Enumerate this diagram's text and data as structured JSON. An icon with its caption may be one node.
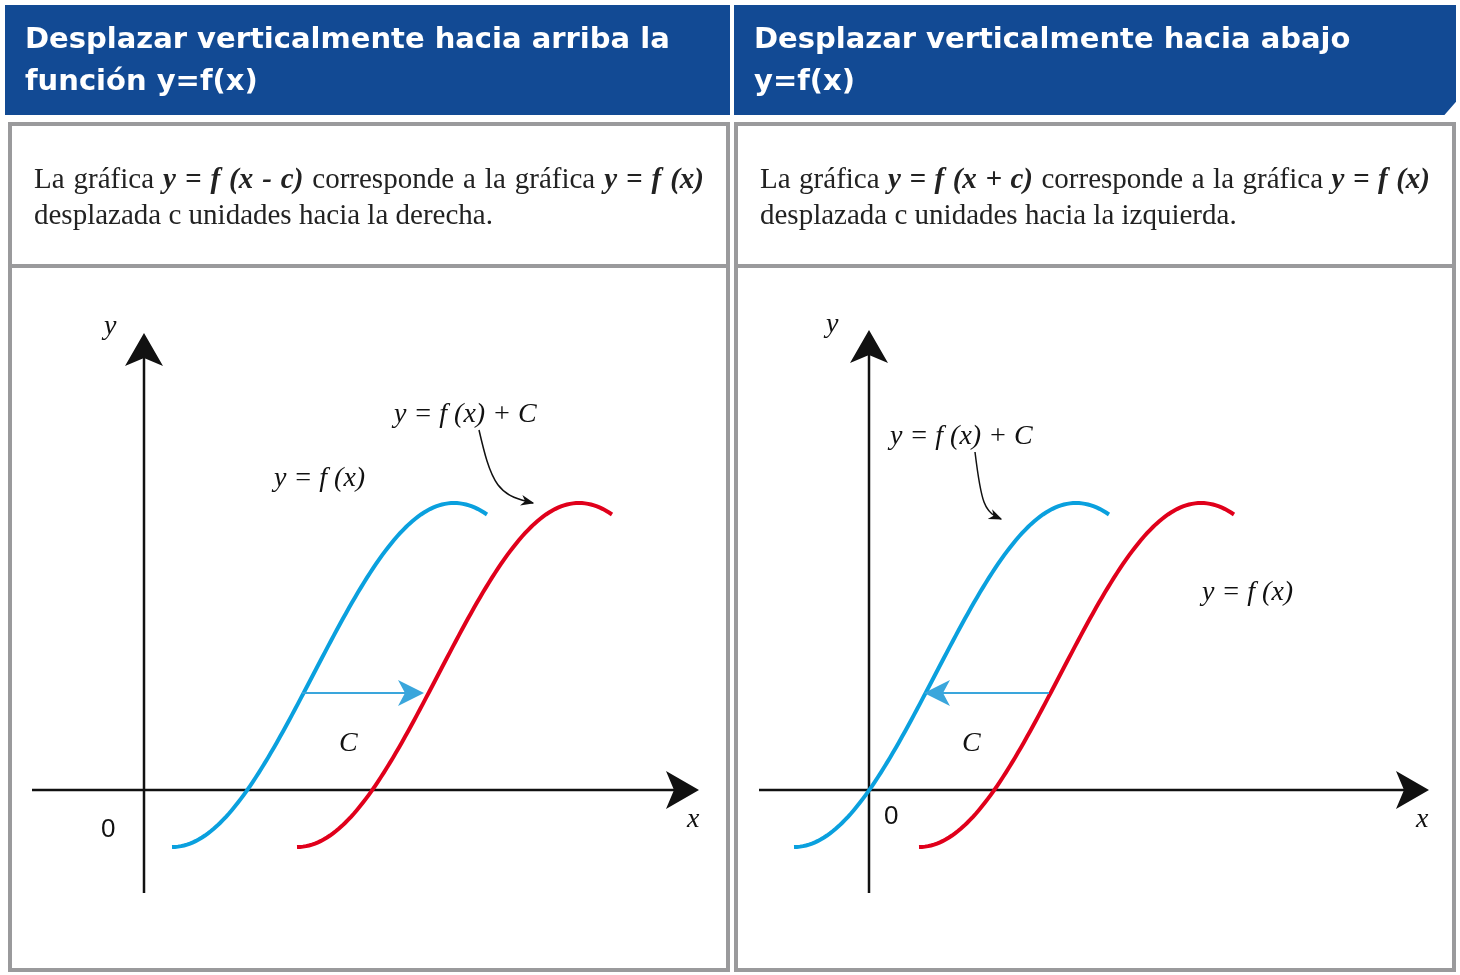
{
  "diagram": {
    "nodes": [
      {
        "text": [
          "Desplazar verticalmente hacia arriba la función y=f(x)"
        ]
      },
      {
        "text": [
          "La gráfica **y = f (x - c)** corresponde a la gráfica **y = f (x)** desplazada c unidades hacia la derecha."
        ]
      },
      {
        "text": [],
        "shape": "box"
      },
      {
        "text": [
          "y = f (x) + C"
        ],
        "in": 2
      },
      {
        "text": [],
        "shape": "curve",
        "in": 2
      },
      {
        "text": [
          "Desplazar verticalmente hacia abajo y=f(x)"
        ]
      },
      {
        "text": [
          "La gráfica **y = f (x + c)** corresponde a la gráfica **y = f (x)** desplazada c unidades hacia la izquierda."
        ]
      },
      {
        "text": [],
        "shape": "box"
      },
      {
        "text": [
          "y = f (x) + C"
        ],
        "in": 7
      },
      {
        "text": [],
        "shape": "curve",
        "in": 7
      }
    ],
    "edges": [
      {
        "from": 3,
        "to": 4,
        "arrow": "to"
      },
      {
        "from": 8,
        "to": 9,
        "arrow": "to"
      }
    ],
    "labels": [
      "y",
      "y = f (x)",
      "C",
      "0",
      "x",
      "y",
      "C",
      "0",
      "x",
      "y = f (x)"
    ]
  }
}
